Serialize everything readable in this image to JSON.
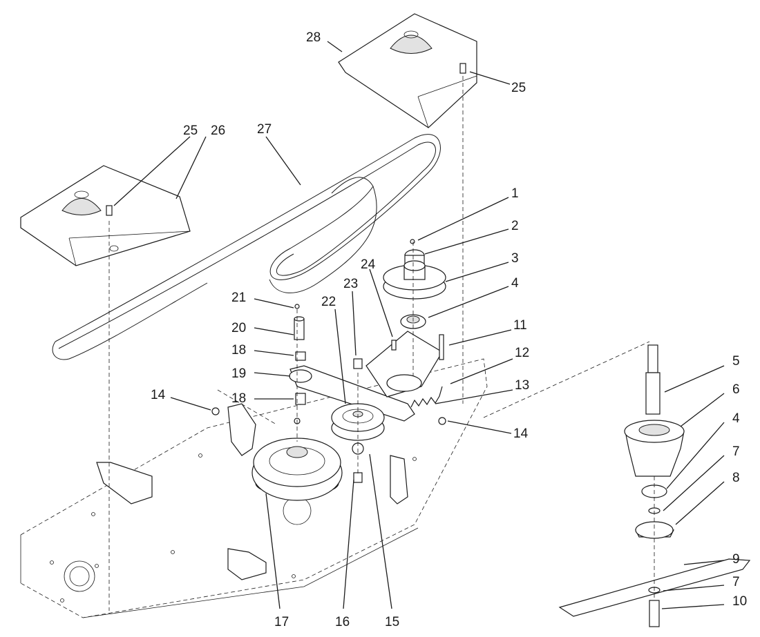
{
  "callouts": [
    {
      "id": "c28",
      "label": "28"
    },
    {
      "id": "c25a",
      "label": "25"
    },
    {
      "id": "c25b",
      "label": "25"
    },
    {
      "id": "c26",
      "label": "26"
    },
    {
      "id": "c27",
      "label": "27"
    },
    {
      "id": "c1",
      "label": "1"
    },
    {
      "id": "c2",
      "label": "2"
    },
    {
      "id": "c3",
      "label": "3"
    },
    {
      "id": "c24",
      "label": "24"
    },
    {
      "id": "c23",
      "label": "23"
    },
    {
      "id": "c22",
      "label": "22"
    },
    {
      "id": "c4a",
      "label": "4"
    },
    {
      "id": "c21",
      "label": "21"
    },
    {
      "id": "c11",
      "label": "11"
    },
    {
      "id": "c20",
      "label": "20"
    },
    {
      "id": "c12",
      "label": "12"
    },
    {
      "id": "c18a",
      "label": "18"
    },
    {
      "id": "c5",
      "label": "5"
    },
    {
      "id": "c19",
      "label": "19"
    },
    {
      "id": "c13",
      "label": "13"
    },
    {
      "id": "c6",
      "label": "6"
    },
    {
      "id": "c18b",
      "label": "18"
    },
    {
      "id": "c14a",
      "label": "14"
    },
    {
      "id": "c14b",
      "label": "14"
    },
    {
      "id": "c4b",
      "label": "4"
    },
    {
      "id": "c7a",
      "label": "7"
    },
    {
      "id": "c8",
      "label": "8"
    },
    {
      "id": "c9",
      "label": "9"
    },
    {
      "id": "c7b",
      "label": "7"
    },
    {
      "id": "c10",
      "label": "10"
    },
    {
      "id": "c17",
      "label": "17"
    },
    {
      "id": "c16",
      "label": "16"
    },
    {
      "id": "c15",
      "label": "15"
    }
  ]
}
